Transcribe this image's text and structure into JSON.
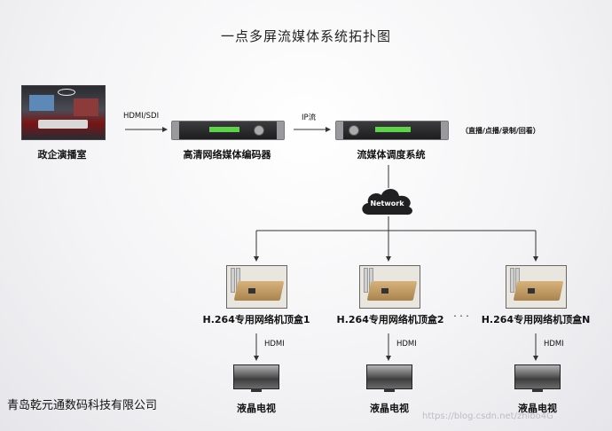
{
  "title": "一点多屏流媒体系统拓扑图",
  "nodes": {
    "studio": "政企演播室",
    "encoder": "高清网络媒体编码器",
    "scheduler": "流媒体调度系统",
    "network": "Network"
  },
  "links": {
    "hdmi_sdi": "HDMI/SDI",
    "ip_stream": "IP流",
    "services": "（直播/点播/录制/回看）",
    "hdmi": "HDMI"
  },
  "set_top_boxes": [
    {
      "label": "H.264专用网络机顶盒1"
    },
    {
      "label": "H.264专用网络机顶盒2"
    },
    {
      "label": "H.264专用网络机顶盒N"
    }
  ],
  "ellipsis": "· · ·",
  "tv_label": "液晶电视",
  "company": "青岛乾元通数码科技有限公司",
  "watermark": "https://blog.csdn.net/zhibo4G"
}
